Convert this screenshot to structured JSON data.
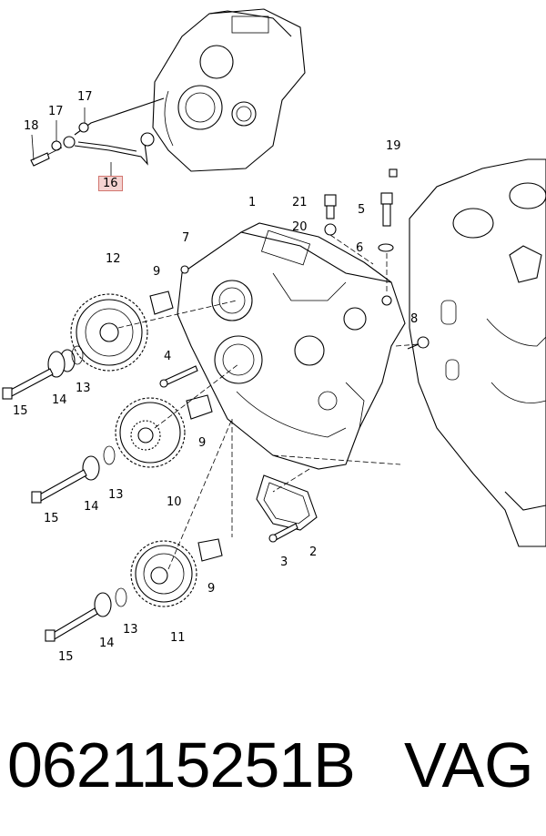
{
  "diagram": {
    "callouts": [
      {
        "id": "c1",
        "text": "1"
      },
      {
        "id": "c2",
        "text": "2"
      },
      {
        "id": "c3",
        "text": "3"
      },
      {
        "id": "c4",
        "text": "4"
      },
      {
        "id": "c5",
        "text": "5"
      },
      {
        "id": "c6",
        "text": "6"
      },
      {
        "id": "c7",
        "text": "7"
      },
      {
        "id": "c8",
        "text": "8"
      },
      {
        "id": "c9a",
        "text": "9"
      },
      {
        "id": "c9b",
        "text": "9"
      },
      {
        "id": "c9c",
        "text": "9"
      },
      {
        "id": "c10",
        "text": "10"
      },
      {
        "id": "c11",
        "text": "11"
      },
      {
        "id": "c12",
        "text": "12"
      },
      {
        "id": "c13a",
        "text": "13"
      },
      {
        "id": "c13b",
        "text": "13"
      },
      {
        "id": "c13c",
        "text": "13"
      },
      {
        "id": "c14a",
        "text": "14"
      },
      {
        "id": "c14b",
        "text": "14"
      },
      {
        "id": "c14c",
        "text": "14"
      },
      {
        "id": "c15a",
        "text": "15"
      },
      {
        "id": "c15b",
        "text": "15"
      },
      {
        "id": "c15c",
        "text": "15"
      },
      {
        "id": "c16",
        "text": "16"
      },
      {
        "id": "c17a",
        "text": "17"
      },
      {
        "id": "c17b",
        "text": "17"
      },
      {
        "id": "c18",
        "text": "18"
      },
      {
        "id": "c19",
        "text": "19"
      },
      {
        "id": "c20",
        "text": "20"
      },
      {
        "id": "c21",
        "text": "21"
      }
    ],
    "highlight_color": "#f4d3d1"
  },
  "footer": {
    "part_number": "062115251B",
    "brand": "VAG"
  }
}
